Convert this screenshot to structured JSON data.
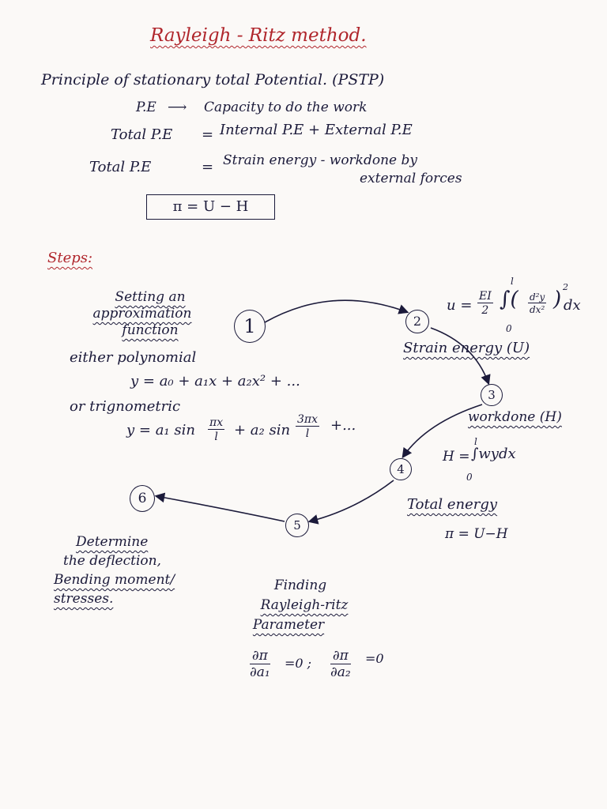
{
  "title": "Rayleigh - Ritz method.",
  "principle": "Principle of stationary total Potential. (PSTP)",
  "pe_lhs": "P.E",
  "pe_rhs": "Capacity to do the work",
  "total_pe_lhs": "Total P.E",
  "total_pe_rhs": "Internal P.E + External P.E",
  "total_pe2_lhs": "Total P.E",
  "total_pe2_rhs": "Strain energy - workdone by",
  "total_pe2_rhs2": "external forces",
  "eq": "=",
  "boxed_formula": "π = U − H",
  "steps_label": "Steps:",
  "nodes": [
    "1",
    "2",
    "3",
    "4",
    "5",
    "6"
  ],
  "step1": {
    "heading_lines": [
      "Setting an",
      "approximation",
      "function"
    ],
    "either": "either polynomial",
    "poly": "y = a₀ + a₁x + a₂x² + ...",
    "or": "or trignometric",
    "trig_y": "y = a₁ sin",
    "trig_plus": "+ a₂ sin",
    "trig_dots": "+...",
    "frac1_num": "πx",
    "frac1_den": "l",
    "frac2_num": "3πx",
    "frac2_den": "l"
  },
  "step2": {
    "u_eq": "u =",
    "ei_num": "EI",
    "ei_den": "2",
    "int_upper": "l",
    "int_lower": "0",
    "integrand": "∫(",
    "d_num": "d²y",
    "d_den": "dx²",
    "close": ")",
    "sq": "2",
    "dx": "dx",
    "label": "Strain energy (U)"
  },
  "step3": {
    "label": "workdone (H)",
    "h_eq": "H =",
    "int_upper": "l",
    "int_lower": "0",
    "integrand": "∫wydx"
  },
  "step4": {
    "label": "Total energy",
    "formula": "π = U−H"
  },
  "step5": {
    "heading_lines": [
      "Finding",
      "Rayleigh-ritz",
      "Parameter"
    ],
    "d1_num": "∂π",
    "d1_den": "∂a₁",
    "eq0_a": "=0 ;",
    "d2_num": "∂π",
    "d2_den": "∂a₂",
    "eq0_b": "=0"
  },
  "step6": {
    "lines": [
      "Determine",
      "the deflection,",
      "Bending moment/",
      "stresses."
    ]
  },
  "colors": {
    "ink": "#1b1a3a",
    "red_ink": "#b0262c",
    "paper": "#fbf9f7"
  }
}
